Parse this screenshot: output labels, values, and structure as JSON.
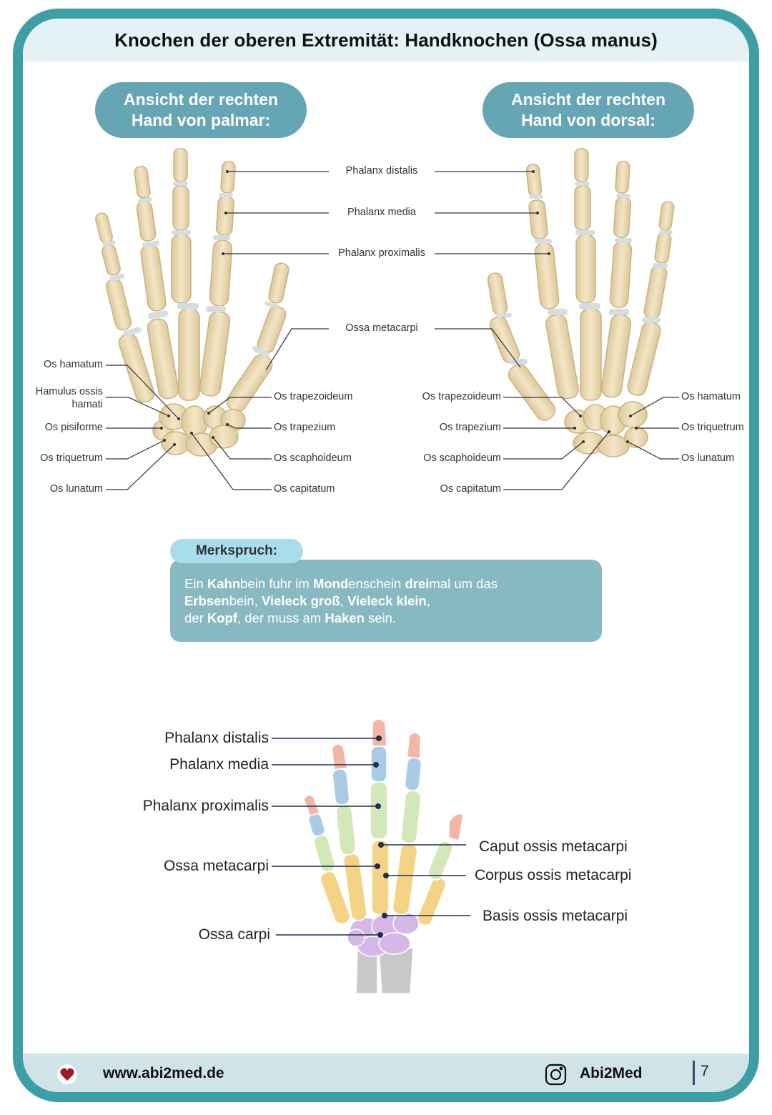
{
  "title": "Knochen der oberen Extremität: Handknochen (Ossa manus)",
  "views": {
    "palmar": {
      "line1": "Ansicht der rechten",
      "line2": "Hand von palmar:"
    },
    "dorsal": {
      "line1": "Ansicht der rechten",
      "line2": "Hand von dorsal:"
    }
  },
  "center_labels": {
    "phalanx_distalis": "Phalanx distalis",
    "phalanx_media": "Phalanx media",
    "phalanx_proximalis": "Phalanx proximalis",
    "ossa_metacarpi": "Ossa metacarpi"
  },
  "palmar_labels": {
    "os_hamatum": "Os hamatum",
    "hamulus_1": "Hamulus ossis",
    "hamulus_2": "hamati",
    "os_pisiforme": "Os pisiforme",
    "os_triquetrum": "Os triquetrum",
    "os_lunatum": "Os lunatum",
    "os_trapezoideum": "Os trapezoideum",
    "os_trapezium": "Os trapezium",
    "os_scaphoideum": "Os scaphoideum",
    "os_capitatum": "Os capitatum"
  },
  "dorsal_labels": {
    "os_trapezoideum": "Os trapezoideum",
    "os_trapezium": "Os trapezium",
    "os_scaphoideum": "Os scaphoideum",
    "os_capitatum": "Os capitatum",
    "os_hamatum": "Os hamatum",
    "os_triquetrum": "Os triquetrum",
    "os_lunatum": "Os lunatum"
  },
  "merkspruch": {
    "heading": "Merkspruch:",
    "segments": [
      {
        "t": "Ein ",
        "b": false
      },
      {
        "t": "Kahn",
        "b": true
      },
      {
        "t": "bein fuhr im ",
        "b": false
      },
      {
        "t": "Mond",
        "b": true
      },
      {
        "t": "enschein ",
        "b": false
      },
      {
        "t": "drei",
        "b": true
      },
      {
        "t": "mal um das ",
        "b": false
      },
      {
        "t": "Erbsen",
        "b": true
      },
      {
        "t": "bein, ",
        "b": false
      },
      {
        "t": "Vieleck groß",
        "b": true
      },
      {
        "t": ", ",
        "b": false
      },
      {
        "t": "Vieleck klein",
        "b": true
      },
      {
        "t": ",",
        "b": false
      },
      {
        "br": true
      },
      {
        "t": "der ",
        "b": false
      },
      {
        "t": "Kopf",
        "b": true
      },
      {
        "t": ", der muss am ",
        "b": false
      },
      {
        "t": "Haken",
        "b": true
      },
      {
        "t": " sein.",
        "b": false
      }
    ]
  },
  "schema_labels": {
    "phalanx_distalis": "Phalanx distalis",
    "phalanx_media": "Phalanx media",
    "phalanx_proximalis": "Phalanx proximalis",
    "ossa_metacarpi": "Ossa metacarpi",
    "ossa_carpi": "Ossa carpi",
    "caput": "Caput ossis metacarpi",
    "corpus": "Corpus ossis metacarpi",
    "basis": "Basis ossis metacarpi"
  },
  "footer": {
    "website": "www.abi2med.de",
    "brand": "Abi2Med",
    "page_number": "7"
  },
  "colors": {
    "frame": "#3e9ea6",
    "title_bg": "#e4f2f6",
    "pill": "#66a6b4",
    "bone": "#eedcb6",
    "bone_stroke": "#c9b27e",
    "cartilage": "#d6dde0",
    "merk_box": "#89b9c0",
    "merk_tab": "#a8ddeb",
    "distal": "#f3b6a6",
    "media": "#a9cbe6",
    "proximal": "#d4e7b8",
    "metacarpal": "#f4d387",
    "carpal": "#d5b8e8",
    "forearm": "#c8c8c8"
  }
}
